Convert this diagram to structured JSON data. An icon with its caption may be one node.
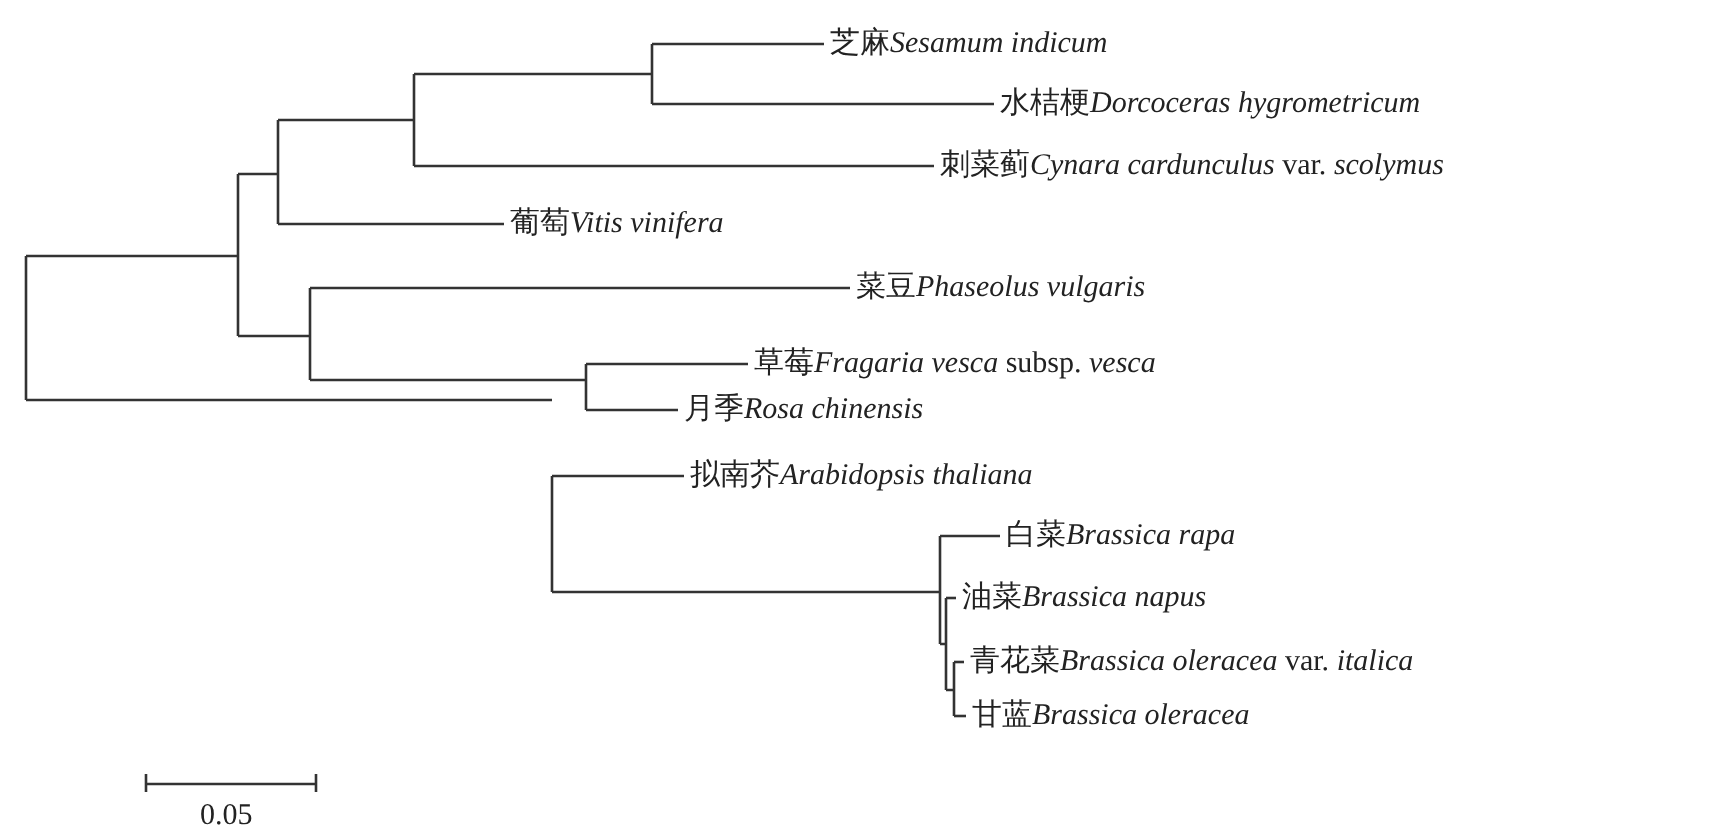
{
  "diagram": {
    "nodes": [
      {
        "text": [
          "芝麻",
          "*Sesamum indicum*"
        ]
      },
      {
        "text": [
          "水桔梗",
          "*Dorcoceras hygrometricum*"
        ]
      },
      {
        "text": [
          "刺菜蓟",
          "*Cynara cardunculus* var. *scolymus*"
        ]
      },
      {
        "text": [
          "葡萄",
          "*Vitis vinifera*"
        ]
      },
      {
        "text": [
          "菜豆",
          "*Phaseolus vulgaris*"
        ]
      },
      {
        "text": [
          "草莓",
          "*Fragaria vesca* subsp. *vesca*"
        ]
      },
      {
        "text": [
          "月季",
          "*Rosa chinensis*"
        ]
      },
      {
        "text": [
          "拟南芥",
          "*Arabidopsis thaliana*"
        ]
      },
      {
        "text": [
          "白菜",
          "*Brassica rapa*"
        ]
      },
      {
        "text": [
          "油菜",
          "*Brassica napus*"
        ]
      },
      {
        "text": [
          "青花菜",
          "*Brassica oleracea* var. *italica*"
        ]
      },
      {
        "text": [
          "甘蓝",
          "*Brassica oleracea*"
        ]
      }
    ],
    "edges": [
      {
        "from": null,
        "to": 0,
        "arrow": "none"
      },
      {
        "from": null,
        "to": 1,
        "arrow": "none"
      },
      {
        "from": null,
        "to": 2,
        "arrow": "none"
      },
      {
        "from": null,
        "to": 3,
        "arrow": "none"
      },
      {
        "from": null,
        "to": 4,
        "arrow": "none"
      },
      {
        "from": null,
        "to": 5,
        "arrow": "none"
      },
      {
        "from": null,
        "to": 6,
        "arrow": "none"
      },
      {
        "from": null,
        "to": 7,
        "arrow": "none"
      },
      {
        "from": null,
        "to": 8,
        "arrow": "none"
      },
      {
        "from": null,
        "to": 9,
        "arrow": "none"
      },
      {
        "from": null,
        "to": 10,
        "arrow": "none"
      },
      {
        "from": null,
        "to": 11,
        "arrow": "none"
      }
    ],
    "labels": [
      "0.05"
    ]
  }
}
